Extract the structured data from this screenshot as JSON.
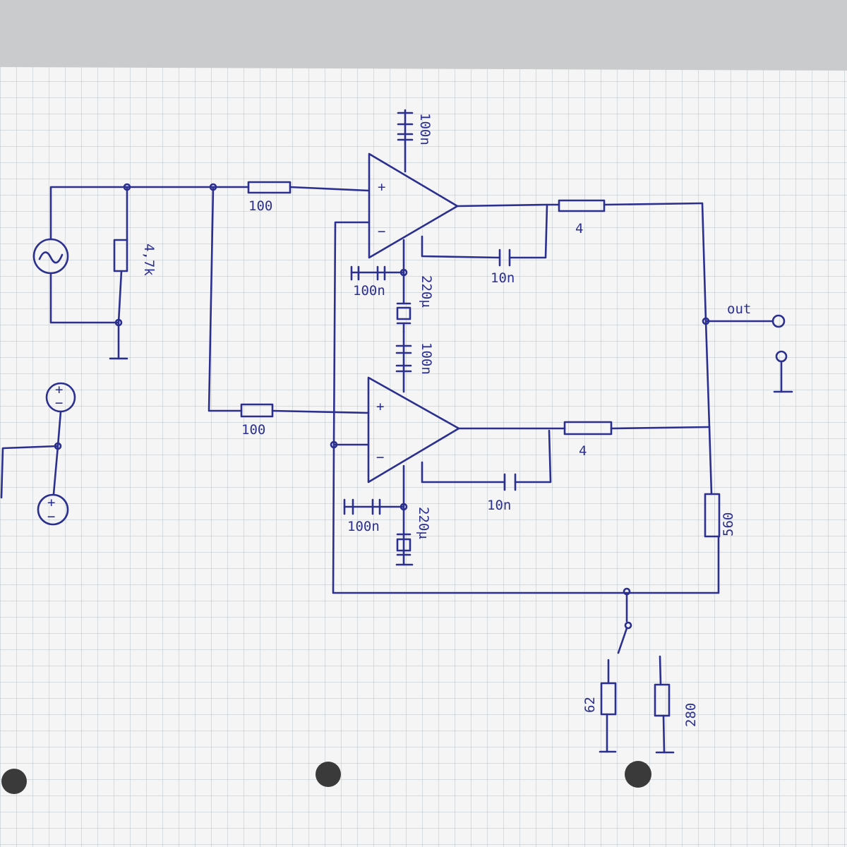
{
  "colors": {
    "ink": "#2b2f8f",
    "paper": "#f4f5f4",
    "grid": "#b9c2c9",
    "desk": "#c9cbcc"
  },
  "labels": {
    "r_source": "4,7k",
    "r_in_top": "100",
    "r_in_bottom": "100",
    "r_out_top": "4",
    "r_out_bottom": "4",
    "r_feedback": "560",
    "r_gain_a": "62",
    "r_gain_b": "280",
    "c_top_supply": "100n",
    "c_top_left": "100n",
    "c_top_elko": "220μ",
    "c_top_fb": "10n",
    "c_mid_supply": "100n",
    "c_bot_left": "100n",
    "c_bot_elko": "220μ",
    "c_bot_fb": "10n",
    "out": "out",
    "opamp_plus": "+",
    "opamp_minus": "−",
    "supply_plus": "+",
    "supply_minus": "−"
  }
}
